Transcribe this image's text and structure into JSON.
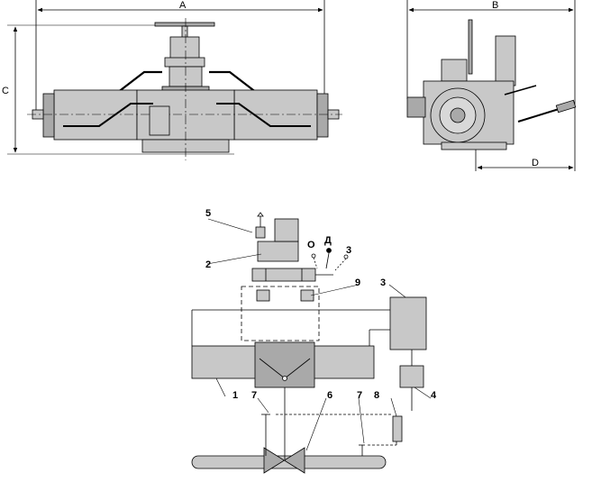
{
  "dimensions": {
    "a": "A",
    "b": "B",
    "c": "C",
    "d": "D"
  },
  "schematic": {
    "callouts": [
      "1",
      "2",
      "3",
      "3",
      "4",
      "5",
      "6",
      "7",
      "7",
      "8",
      "9"
    ],
    "port_o": "О",
    "port_d": "Д",
    "port_3": "3"
  },
  "colors": {
    "body": "#c8c8c8",
    "body_dark": "#a9a9a9",
    "line": "#000000",
    "dash": "#000000"
  }
}
